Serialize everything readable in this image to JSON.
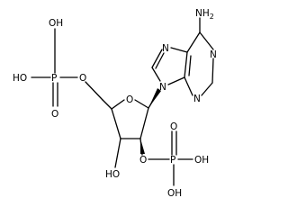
{
  "molecule": {
    "atom_labels": {
      "phosphate5_oh_top": "OH",
      "phosphate5_oh_left": "HO",
      "phosphate5_p": "P",
      "phosphate5_o_double": "O",
      "phosphate5_o_ester": "O",
      "ring_o": "O",
      "n9": "N",
      "n7": "N",
      "n1": "N",
      "n3": "N",
      "amine": "NH",
      "amine_sub": "2",
      "oh3": "HO",
      "o2_ester": "O",
      "phosphate2_p": "P",
      "phosphate2_oh_right": "OH",
      "phosphate2_oh_bottom": "OH",
      "phosphate2_o_double": "O"
    }
  }
}
